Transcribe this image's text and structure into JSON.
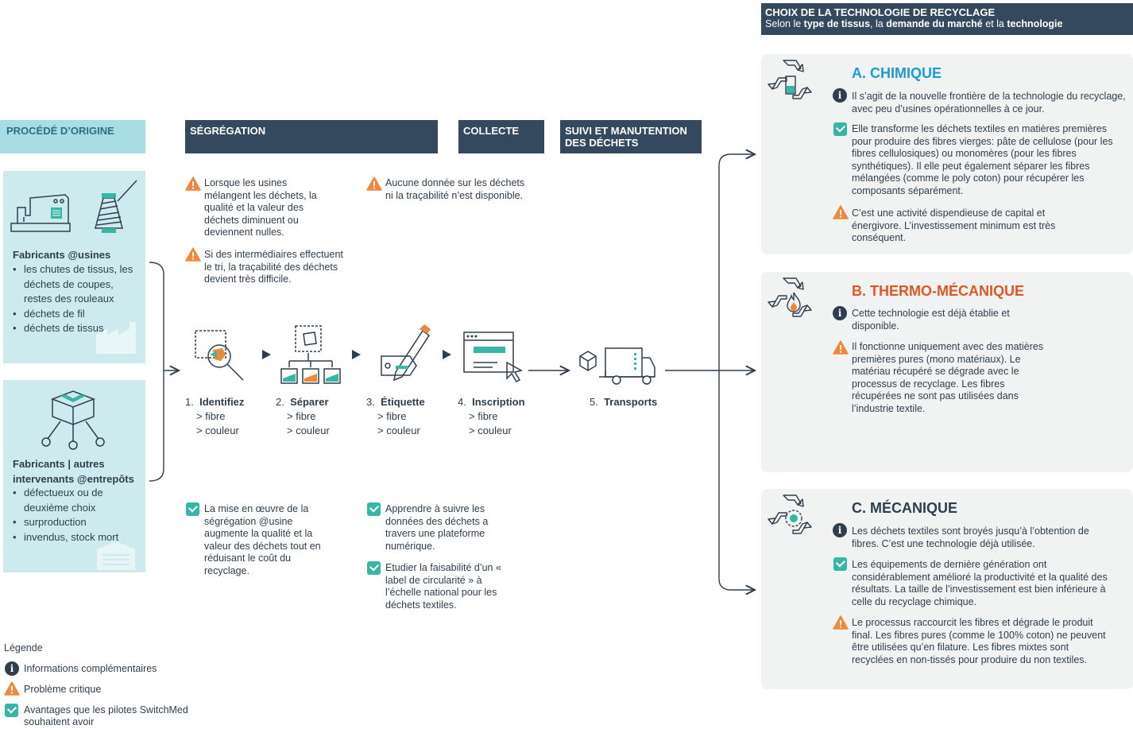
{
  "headers": {
    "origin": "PROCÉDÉ D’ORIGINE",
    "segregation": "SÉGRÉGATION",
    "collecte": "COLLECTE",
    "suivi": "SUIVI ET MANUTENTION DES DÉCHETS",
    "choix_title": "CHOIX DE LA TECHNOLOGIE DE RECYCLAGE",
    "choix_sub_pre": "Selon le ",
    "choix_sub_b1": "type de tissus",
    "choix_sub_mid1": ", la ",
    "choix_sub_b2": "demande du marché",
    "choix_sub_mid2": " et la ",
    "choix_sub_b3": "technologie"
  },
  "origin": {
    "factory": {
      "title": "Fabricants @usines",
      "items": [
        "les chutes de tissus, les déchets de coupes, restes des rouleaux",
        "déchets de fil",
        "déchets de tissus"
      ]
    },
    "warehouse": {
      "title": "Fabricants | autres intervenants @entrepôts",
      "items": [
        "défectueux ou de deuxième choix",
        "surproduction",
        "invendus, stock mort"
      ]
    }
  },
  "segregation_notes": {
    "warn1": "Lorsque les usines mélangent les déchets, la qualité et la valeur des déchets diminuent ou deviennent nulles.",
    "warn2": "Si des intermédiaires effectuent le tri, la traçabilité des déchets devient très difficile.",
    "ok1": "La mise en œuvre de la ségrégation @usine augmente la qualité et la valeur des déchets tout en réduisant le coût du recyclage."
  },
  "collecte_notes": {
    "warn1": "Aucune donnée sur les déchets ni la traçabilité n’est disponible.",
    "ok1": "Apprendre à suivre les données des déchets a travers une plateforme numérique.",
    "ok2": "Etudier la faisabilité d’un « label de circularité » à l’échelle national pour les déchets textiles."
  },
  "steps": [
    {
      "num": "1.",
      "label": "Identifiez",
      "l1": "> fibre",
      "l2": "> couleur"
    },
    {
      "num": "2.",
      "label": "Séparer",
      "l1": "> fibre",
      "l2": "> couleur"
    },
    {
      "num": "3.",
      "label": "Étiquette",
      "l1": "> fibre",
      "l2": "> couleur"
    },
    {
      "num": "4.",
      "label": "Inscription",
      "l1": "> fibre",
      "l2": "> couleur"
    },
    {
      "num": "5.",
      "label": "Transports"
    }
  ],
  "tech": {
    "a": {
      "title": "A. CHIMIQUE",
      "color": "#1f9ad6",
      "info": "Il s’agit de la nouvelle frontière de la technologie du recyclage, avec peu d’usines opérationnelles à ce jour.",
      "ok": "Elle transforme les déchets textiles en matières premières pour produire des fibres vierges: pâte de cellulose (pour les fibres cellulosiques) ou monomères (pour les fibres synthétiques). Il elle peut également séparer les fibres mélangées (comme le poly coton) pour récupérer les composants séparément.",
      "warn": "C’est une activité dispendieuse de capital et énergivore. L’investissement minimum est très conséquent."
    },
    "b": {
      "title": "B. THERMO-MÉCANIQUE",
      "color": "#e0562b",
      "info": "Cette technologie est déjà établie et disponible.",
      "warn": "Il fonctionne uniquement avec des matières premières pures (mono matériaux). Le matériau récupéré se dégrade avec le processus de recyclage. Les fibres récupérées ne sont pas utilisées dans l’industrie textile."
    },
    "c": {
      "title": "C. MÉCANIQUE",
      "color": "#2f3e4e",
      "info": "Les déchets textiles sont broyés jusqu’à l’obtention de fibres. C’est une technologie déjà utilisée.",
      "ok": "Les équipements de dernière génération ont considérablement amélioré la productivité et la qualité des résultats. La taille de l’investissement est bien inférieure à celle du recyclage chimique.",
      "warn": "Le processus raccourcit les fibres et dégrade le produit final. Les fibres pures (comme le 100% coton) ne peuvent être utilisées qu’en filature. Les fibres mixtes sont recyclées en non-tissés pour produire du non textiles."
    }
  },
  "legend": {
    "title": "Légende",
    "info": "Informations complémentaires",
    "warn": "Problème critique",
    "ok": "Avantages que les pilotes SwitchMed souhaitent avoir"
  },
  "colors": {
    "dark": "#34495e",
    "teal": "#37b6a8",
    "orange": "#f0873a",
    "light_teal": "#cdeaee"
  }
}
